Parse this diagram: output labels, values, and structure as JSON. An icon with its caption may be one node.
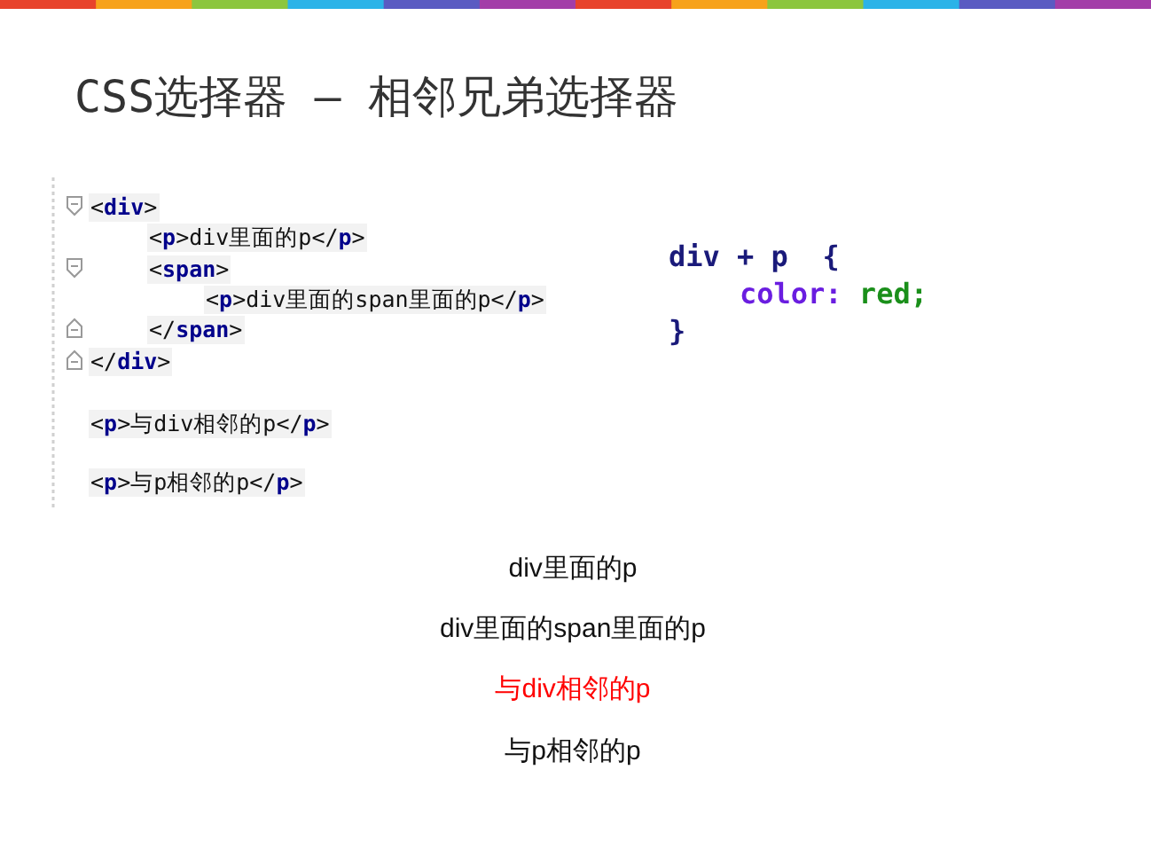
{
  "diagram": {
    "title": "CSS选择器 – 相邻兄弟选择器",
    "labels": [
      "<div>",
      "<p>div里面的p</p>",
      "<span>",
      "<p>div里面的span里面的p</p>",
      "</span>",
      "</div>",
      "<p>与div相邻的p</p>",
      "<p>与p相邻的p</p>",
      "div + p  {",
      "color: red;",
      "}",
      "div里面的p",
      "div里面的span里面的p",
      "与div相邻的p",
      "与p相邻的p"
    ]
  }
}
